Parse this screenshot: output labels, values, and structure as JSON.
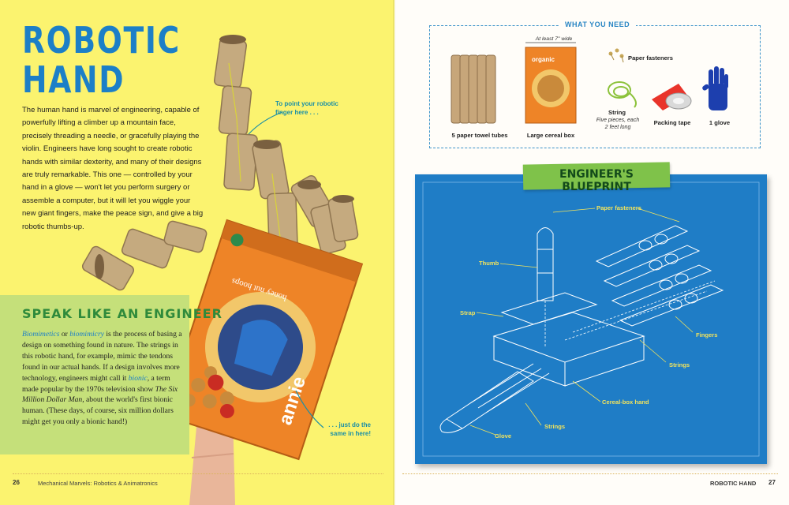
{
  "left_page": {
    "title_line1": "ROBOTIC",
    "title_line2": "HAND",
    "intro": "The human hand is marvel of engineering, capable of powerfully lifting a climber up a mountain face, precisely threading a needle, or gracefully playing the violin. Engineers have long sought to create robotic hands with similar dexterity, and many of their designs are truly remarkable. This one — controlled by your hand in a glove — won't let you perform surgery or assemble a computer, but it will let you wiggle your new giant fingers, make the peace sign, and give a big robotic thumbs-up.",
    "callout_top": "To point your robotic finger here . . .",
    "callout_bottom": ". . . just do the same in here!",
    "box_text": {
      "brand": "annie",
      "product": "honey nut hoops"
    },
    "speak": {
      "title": "SPEAK LIKE AN ENGINEER",
      "term1": "Biomimetics",
      "or": " or ",
      "term2": "biomimicry",
      "p1": " is the process of basing a design on something found in nature. The strings in this robotic hand, for example, mimic the tendons found in our actual hands. If a design involves more technology, engineers might call it ",
      "term3": "bionic",
      "p2": ", a term made popular by the 1970s television show ",
      "show": "The Six Million Dollar Man",
      "p3": ", about the world's first bionic human. (These days, of course, six million dollars might get you only a bionic hand!)"
    },
    "page_number": "26",
    "running_head": "Mechanical Marvels: Robotics & Animatronics"
  },
  "right_page": {
    "needs": {
      "title": "WHAT YOU NEED",
      "box_note": "At least 7\" wide",
      "items": [
        {
          "label": "5 paper towel tubes",
          "icon": "paper-tube-icon"
        },
        {
          "label": "Large cereal box",
          "icon": "cereal-box-icon"
        },
        {
          "label": "Paper fasteners",
          "icon": "paper-fastener-icon"
        },
        {
          "label": "String",
          "note": "Five pieces, each 2 feet long",
          "icon": "string-icon"
        },
        {
          "label": "Packing tape",
          "icon": "tape-icon"
        },
        {
          "label": "1 glove",
          "icon": "glove-icon"
        }
      ]
    },
    "blueprint": {
      "title": "ENGINEER'S BLUEPRINT",
      "labels": {
        "fasteners": "Paper fasteners",
        "thumb": "Thumb",
        "strap": "Strap",
        "fingers": "Fingers",
        "strings_a": "Strings",
        "strings_b": "Strings",
        "box": "Cereal-box hand",
        "glove": "Glove"
      },
      "colors": {
        "background": "#1f7dc6",
        "lines": "#ffffff",
        "labels": "#f2e35c"
      }
    },
    "page_number": "27",
    "running_head": "ROBOTIC HAND"
  }
}
